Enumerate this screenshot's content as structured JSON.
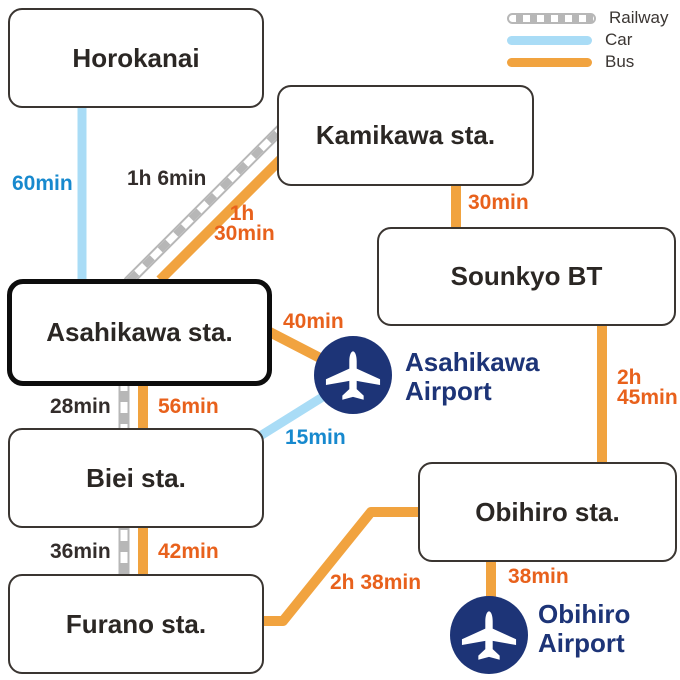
{
  "colors": {
    "bus_line": "#F1A33F",
    "car_line": "#A9DCF6",
    "railway_line": "#B7B7B7",
    "bus_time_text": "#E8611C",
    "car_time_text": "#1789CE",
    "railway_time_text": "#332D2B",
    "airport_navy": "#1D3477",
    "box_border": "#3a3531",
    "major_box_border": "#0d0d0d"
  },
  "legend": {
    "items": [
      {
        "id": "railway",
        "label": "Railway"
      },
      {
        "id": "car",
        "label": "Car"
      },
      {
        "id": "bus",
        "label": "Bus"
      }
    ]
  },
  "stations": {
    "horokanai": {
      "label": "Horokanai"
    },
    "kamikawa": {
      "label": "Kamikawa sta."
    },
    "sounkyo": {
      "label": "Sounkyo BT"
    },
    "asahikawa": {
      "label": "Asahikawa sta."
    },
    "biei": {
      "label": "Biei sta."
    },
    "furano": {
      "label": "Furano sta."
    },
    "obihiro": {
      "label": "Obihiro sta."
    }
  },
  "airports": {
    "asahikawa": {
      "label": "Asahikawa\nAirport"
    },
    "obihiro": {
      "label": "Obihiro\nAirport"
    }
  },
  "travel_times": {
    "horokanai_asahikawa_car": "60min",
    "kamikawa_asahikawa_rail": "1h 6min",
    "kamikawa_asahikawa_bus": "1h\n30min",
    "kamikawa_sounkyo_bus": "30min",
    "asahikawa_airport_bus": "40min",
    "airport_biei_car": "15min",
    "asahikawa_biei_rail": "28min",
    "asahikawa_biei_bus": "56min",
    "biei_furano_rail": "36min",
    "biei_furano_bus": "42min",
    "sounkyo_obihiro_bus": "2h\n45min",
    "furano_obihiro_bus": "2h 38min",
    "obihiro_airport_bus": "38min"
  }
}
